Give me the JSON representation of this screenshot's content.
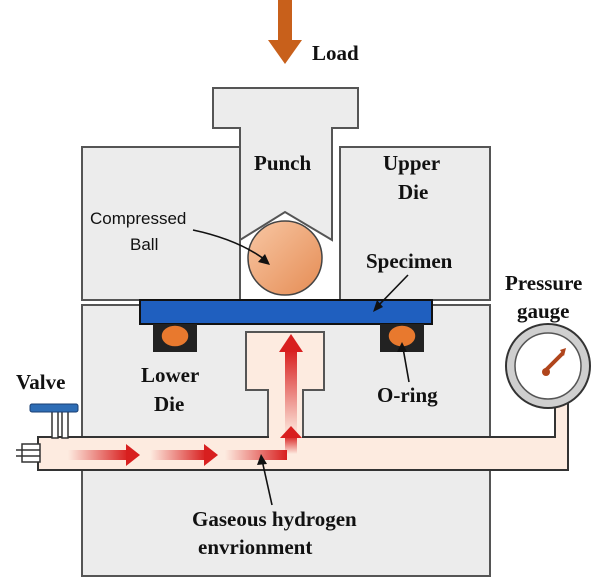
{
  "labels": {
    "load": "Load",
    "punch": "Punch",
    "upper_die_line1": "Upper",
    "upper_die_line2": "Die",
    "compressed_ball_line1": "Compressed",
    "compressed_ball_line2": "Ball",
    "specimen": "Specimen",
    "pressure_gauge_line1": "Pressure",
    "pressure_gauge_line2": "gauge",
    "valve": "Valve",
    "lower_die_line1": "Lower",
    "lower_die_line2": "Die",
    "o_ring": "O-ring",
    "gas_line1": "Gaseous hydrogen",
    "gas_line2": "envrionment"
  },
  "colors": {
    "load_arrow": "#c8601b",
    "specimen": "#1f5fbf",
    "ball": "#f0a878",
    "o_ring": "#e8792e",
    "valve_handle": "#2e6db5",
    "gas_fill": "#fdebe0",
    "flow_arrow": "#d22020",
    "die_fill": "#ececec",
    "gauge_needle": "#b0451c"
  },
  "icons": {
    "load": "down-arrow-icon",
    "gauge": "pressure-gauge-icon",
    "valve": "valve-icon",
    "flow": "right-arrow-icon"
  }
}
